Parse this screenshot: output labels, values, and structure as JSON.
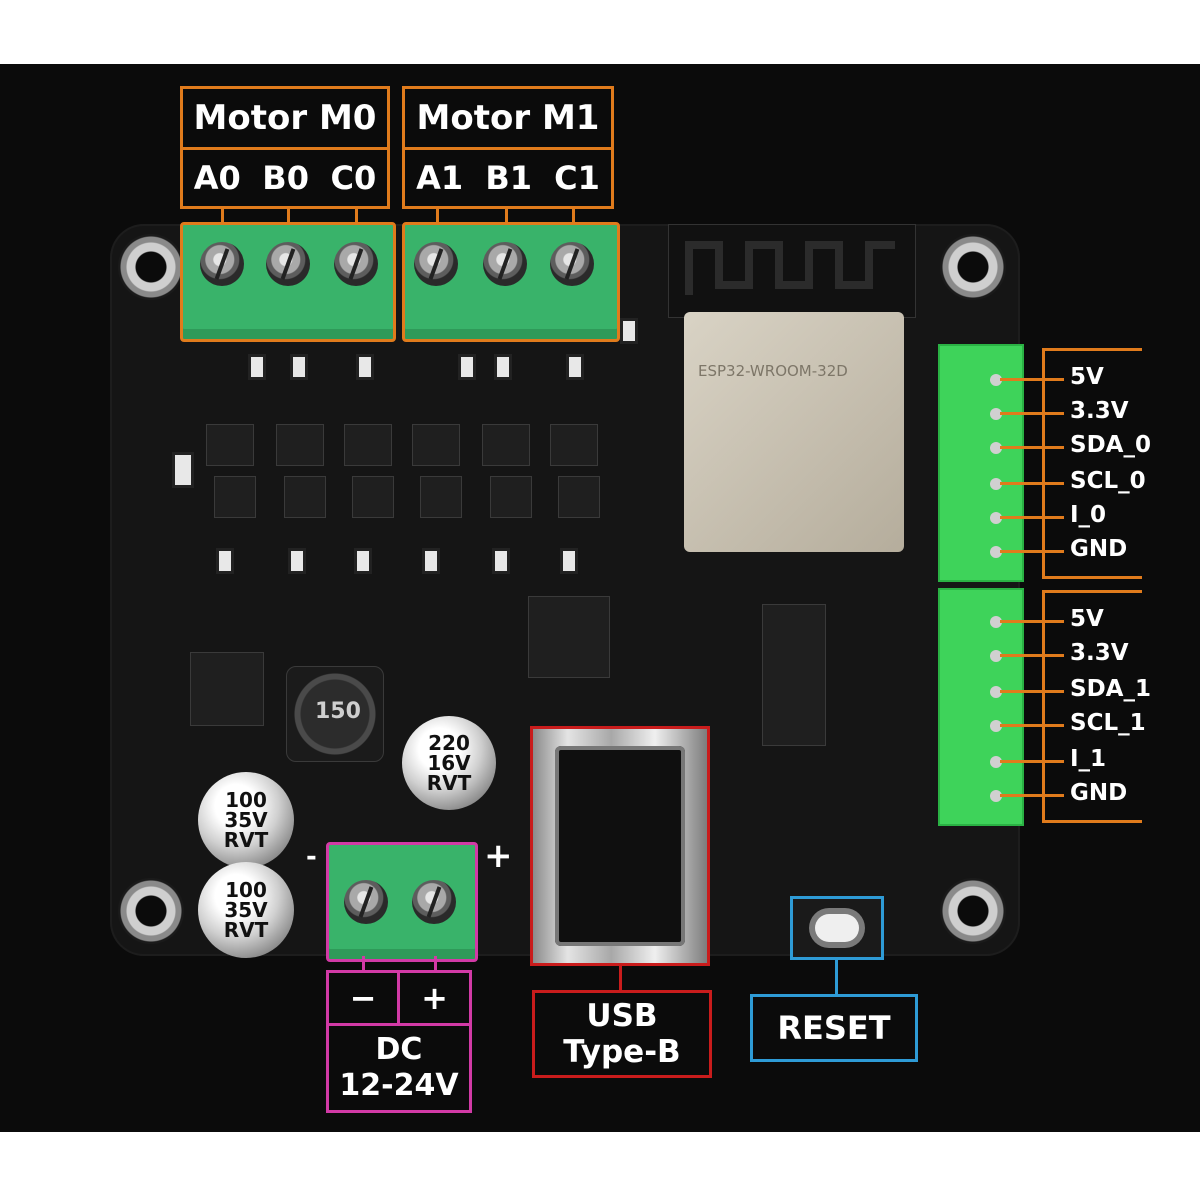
{
  "motors": {
    "m0": {
      "title": "Motor  M0",
      "pins": [
        "A0",
        "B0",
        "C0"
      ]
    },
    "m1": {
      "title": "Motor  M1",
      "pins": [
        "A1",
        "B1",
        "C1"
      ]
    }
  },
  "connector_0": {
    "pins": [
      "5V",
      "3.3V",
      "SDA_0",
      "SCL_0",
      "I_0",
      "GND"
    ]
  },
  "connector_1": {
    "pins": [
      "5V",
      "3.3V",
      "SDA_1",
      "SCL_1",
      "I_1",
      "GND"
    ]
  },
  "power": {
    "minus": "−",
    "plus": "+",
    "title_line1": "DC",
    "title_line2": "12-24V",
    "board_plus": "+",
    "board_minus": "-"
  },
  "usb": {
    "line1": "USB",
    "line2": "Type-B"
  },
  "reset": {
    "label": "RESET"
  },
  "module": {
    "name": "ESP32-WROOM-32D"
  },
  "capacitors": {
    "c1": [
      "100",
      "35V",
      "RVT"
    ],
    "c2": [
      "100",
      "35V",
      "RVT"
    ],
    "c3": [
      "220",
      "16V",
      "RVT"
    ]
  },
  "inductor": {
    "marking": "150"
  },
  "colors": {
    "motor": "#e07b1c",
    "power": "#d23aa6",
    "usb": "#c91c1c",
    "reset": "#2e9bd6",
    "connector": "#3ed35a"
  }
}
